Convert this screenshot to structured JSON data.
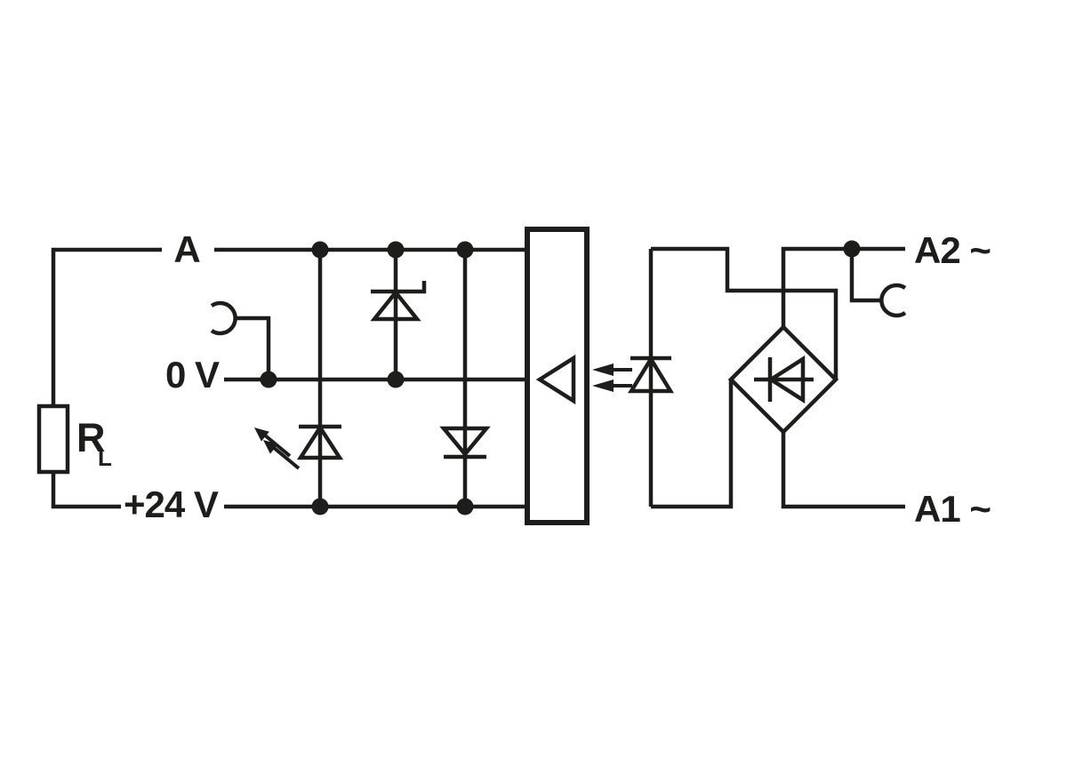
{
  "diagram_type": "relay-module-wiring-schematic",
  "colors": {
    "line": "#1d1d1b",
    "background": "#ffffff"
  },
  "labels": {
    "input_a": "A",
    "zero_volt": "0 V",
    "plus_24_volt": "+24 V",
    "resistor_main": "R",
    "resistor_sub": "L",
    "terminal_a2": "A2 ~",
    "terminal_a1": "A1 ~"
  },
  "components": [
    "load-resistor",
    "plug-in-contact-left",
    "status-led",
    "zener-suppressor-diode",
    "protection-diode",
    "input-block",
    "optocoupler-receiver",
    "optocoupler-led",
    "bridge-rectifier",
    "plug-in-contact-right"
  ]
}
